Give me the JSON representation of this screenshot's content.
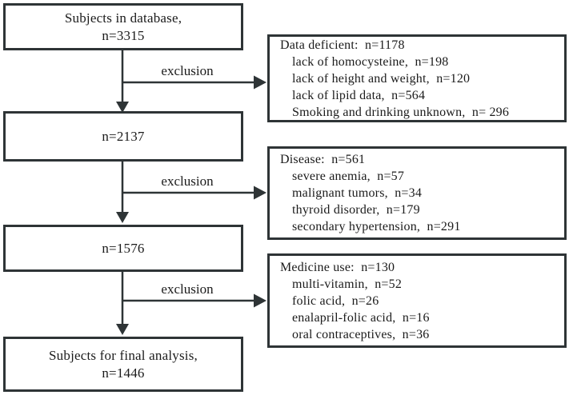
{
  "flowchart": {
    "boxes": {
      "box1": {
        "line1": "Subjects in database,",
        "line2": "n=3315"
      },
      "box2": {
        "line1": "n=2137"
      },
      "box3": {
        "line1": "n=1576"
      },
      "box4": {
        "line1": "Subjects for final analysis,",
        "line2": "n=1446"
      }
    },
    "exclusions": {
      "label1": "exclusion",
      "label2": "exclusion",
      "label3": "exclusion"
    },
    "right_boxes": [
      {
        "title": "Data deficient:  n=1178",
        "items": [
          "lack of homocysteine,  n=198",
          "lack of height and weight,  n=120",
          "lack of lipid data,  n=564",
          "Smoking and drinking unknown,  n= 296"
        ]
      },
      {
        "title": "Disease:  n=561",
        "items": [
          "severe anemia,  n=57",
          "malignant tumors,  n=34",
          "thyroid disorder,  n=179",
          "secondary hypertension,  n=291"
        ]
      },
      {
        "title": "Medicine use:  n=130",
        "items": [
          "multi-vitamin,  n=52",
          "folic acid,  n=26",
          "enalapril-folic acid,  n=16",
          "oral contraceptives,  n=36"
        ]
      }
    ],
    "colors": {
      "border": "#2e3436",
      "text": "#1b1b1b",
      "background": "#ffffff"
    }
  }
}
